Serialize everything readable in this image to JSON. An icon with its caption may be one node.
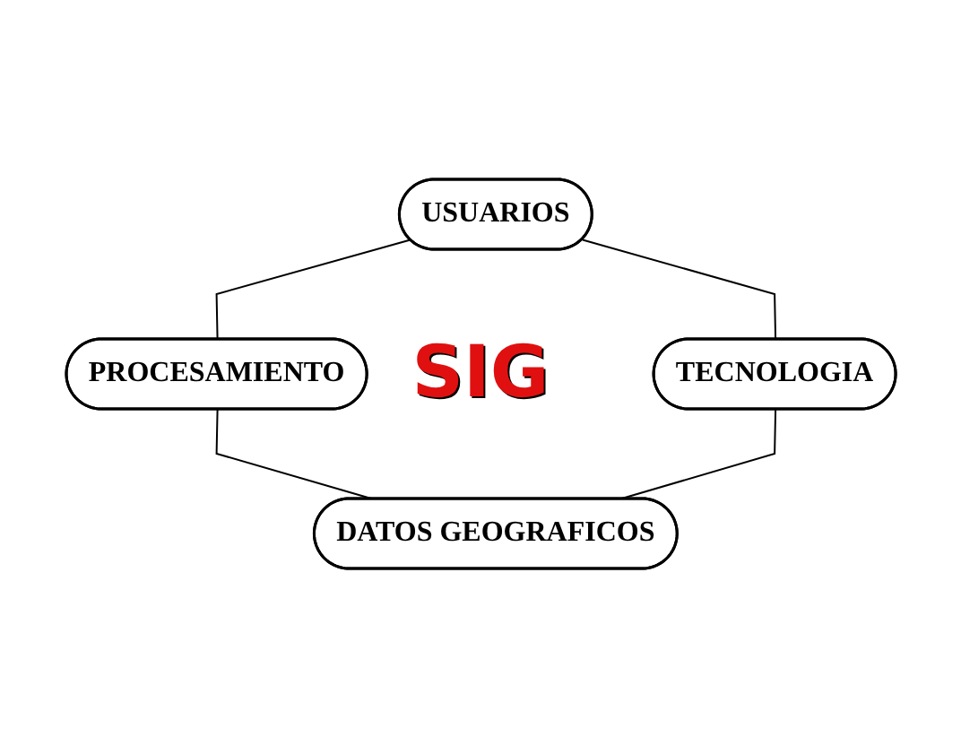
{
  "diagram": {
    "nodes": [
      {
        "text": [
          "USUARIOS"
        ]
      },
      {
        "text": [
          "PROCESAMIENTO"
        ]
      },
      {
        "text": [
          "TECNOLOGIA"
        ]
      },
      {
        "text": [
          "DATOS GEOGRAFICOS"
        ]
      }
    ],
    "edges": [
      {
        "from": 0,
        "to": 1,
        "arrow": "none"
      },
      {
        "from": 0,
        "to": 2,
        "arrow": "none"
      },
      {
        "from": 1,
        "to": 3,
        "arrow": "none"
      },
      {
        "from": 2,
        "to": 3,
        "arrow": "none"
      }
    ],
    "labels": [
      "SIG"
    ]
  }
}
